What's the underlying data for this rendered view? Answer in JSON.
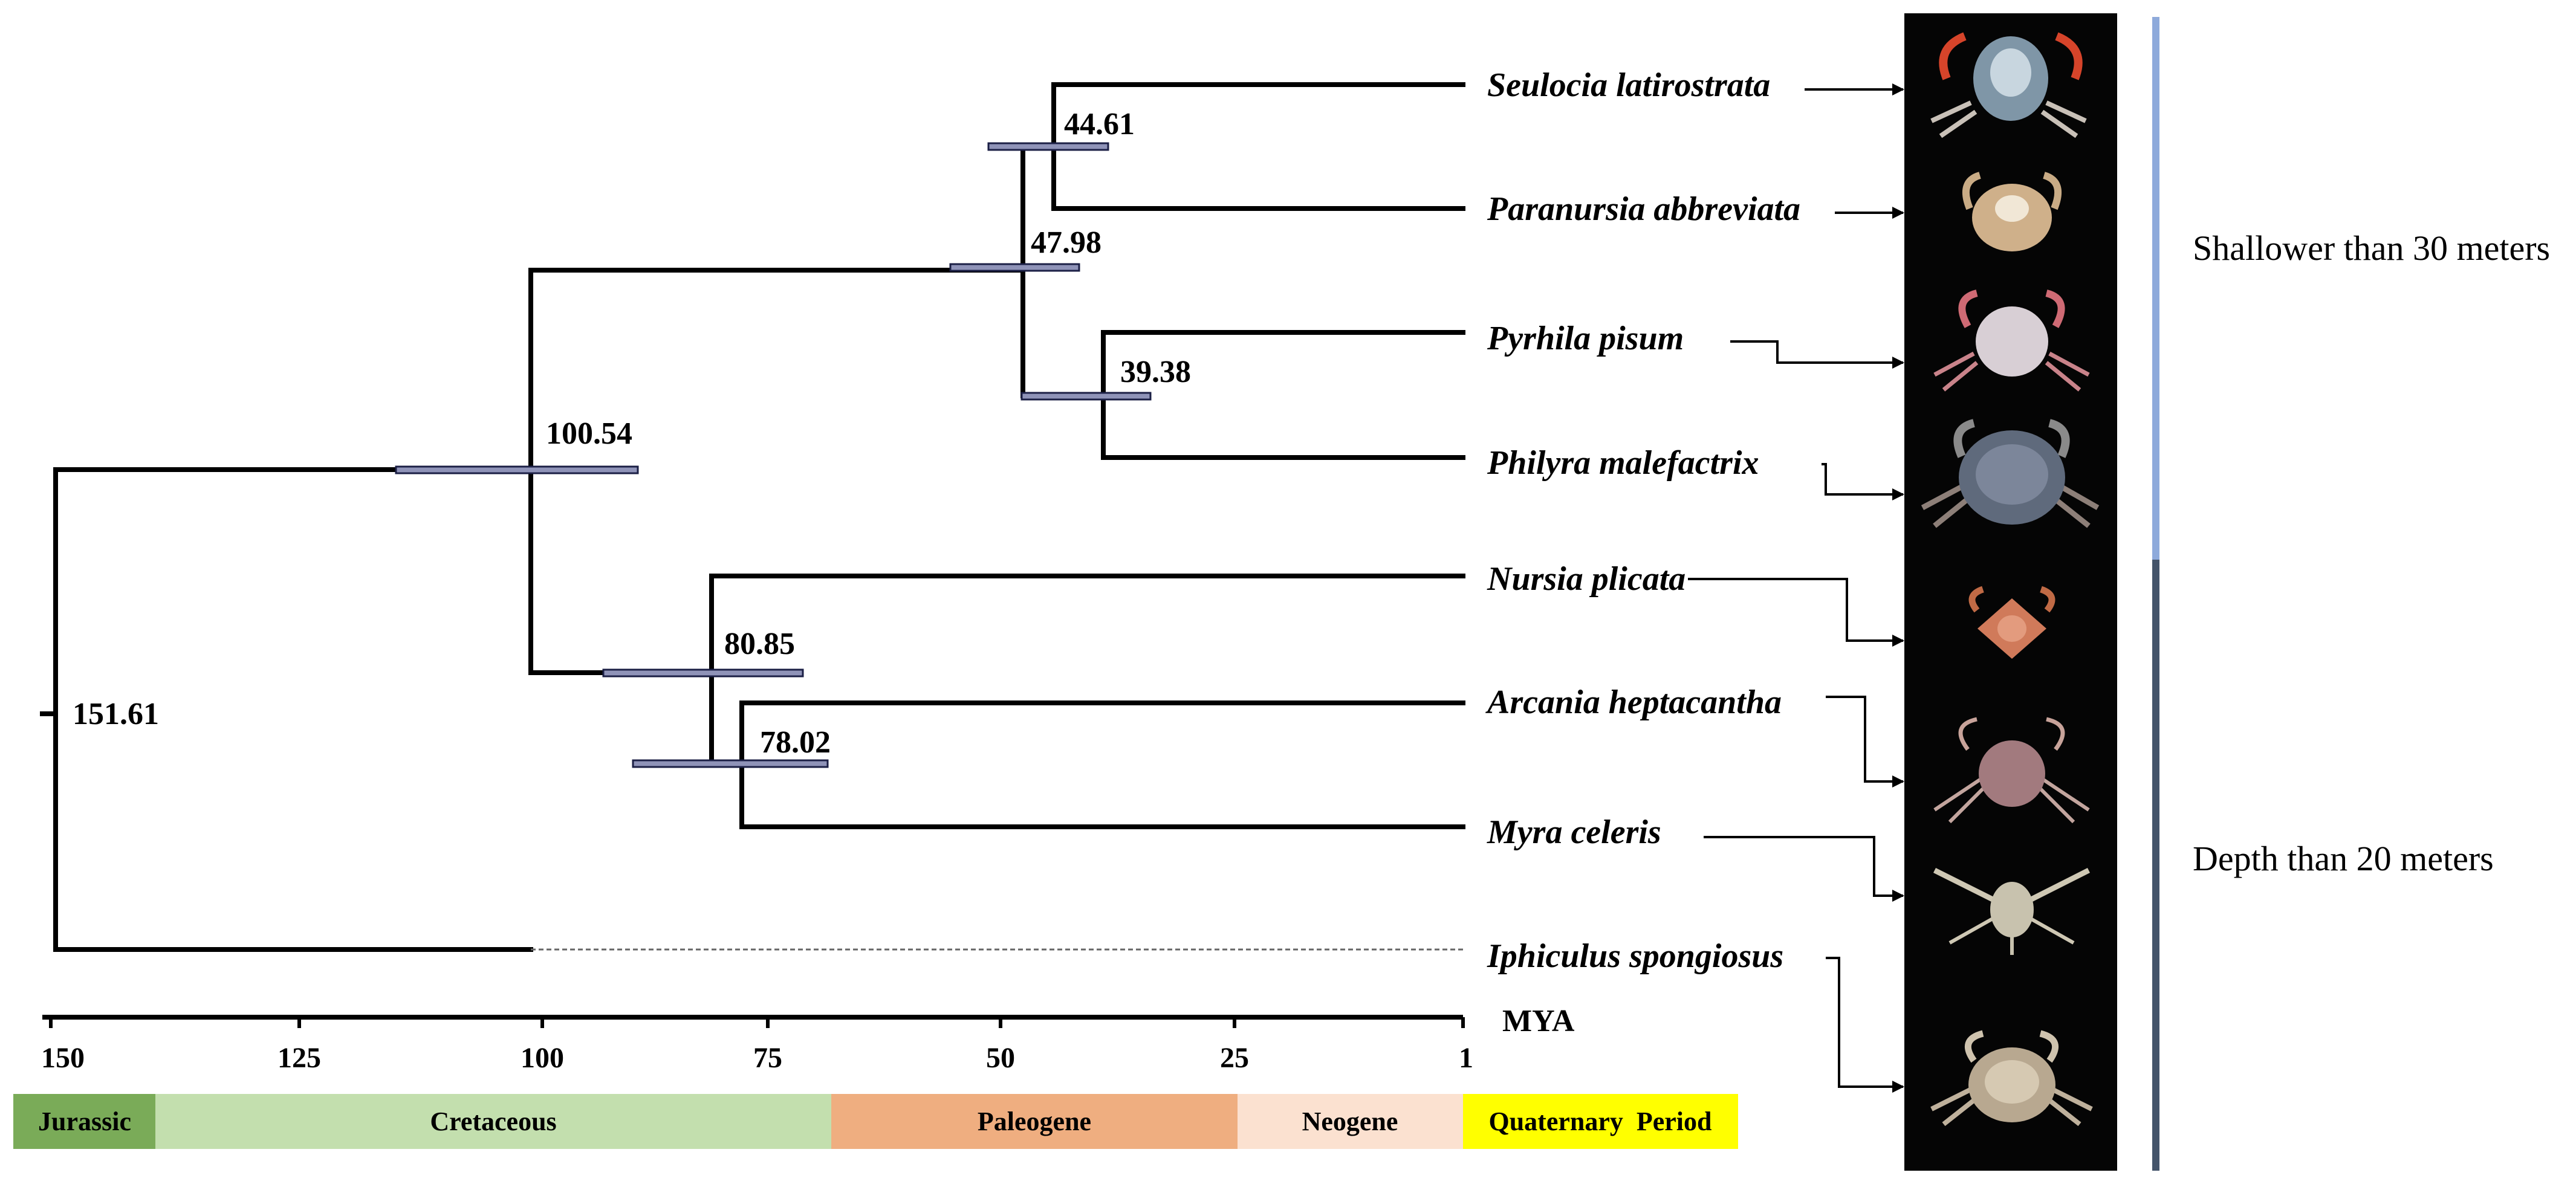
{
  "tree": {
    "root_age": "151.61",
    "node_ages": [
      "100.54",
      "47.98",
      "44.61",
      "39.38",
      "80.85",
      "78.02"
    ],
    "taxa": [
      "Seulocia latirostrata",
      "Paranursia abbreviata",
      "Pyrhila pisum",
      "Philyra malefactrix",
      "Nursia plicata",
      "Arcania heptacantha",
      "Myra celeris",
      "Iphiculus spongiosus"
    ]
  },
  "axis": {
    "ticks": [
      "150",
      "125",
      "100",
      "75",
      "50",
      "25",
      "1"
    ],
    "unit": "MYA"
  },
  "periods": [
    {
      "label": "Jurassic",
      "color": "#7aab58"
    },
    {
      "label": "Cretaceous",
      "color": "#c3dfae"
    },
    {
      "label": "Paleogene",
      "color": "#efae80"
    },
    {
      "label": "Neogene",
      "color": "#fbe1d0"
    },
    {
      "label": "Quaternary  Period",
      "color": "#ffff00"
    }
  ],
  "crab_photos": [
    "Seulocia latirostrata photo",
    "Paranursia abbreviata photo",
    "Pyrhila pisum photo",
    "Philyra malefactrix photo",
    "Nursia plicata photo",
    "Arcania heptacantha photo",
    "Myra celeris photo",
    "Iphiculus spongiosus photo"
  ],
  "depth_groups": [
    {
      "label": "Shallower than 30 meters",
      "color": "#8eaadb"
    },
    {
      "label": "Depth than 20 meters",
      "color": "#44546a"
    }
  ]
}
